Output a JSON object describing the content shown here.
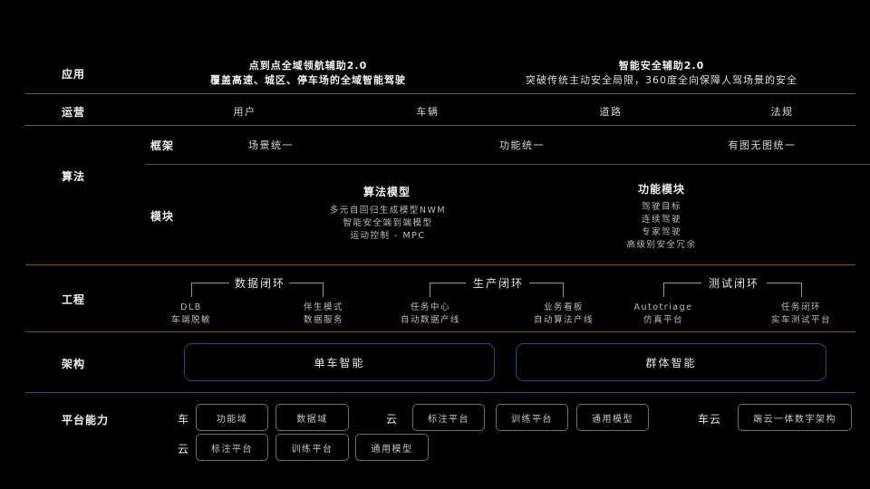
{
  "rows": {
    "application": "应用",
    "operation": "运营",
    "algorithm": "算法",
    "engineering": "工程",
    "architecture": "架构",
    "platform": "平台能力"
  },
  "application": {
    "left": {
      "title": "点到点全域领航辅助2.0",
      "subtitle": "覆盖高速、城区、停车场的全域智能驾驶"
    },
    "right": {
      "title": "智能安全辅助2.0",
      "subtitle": "突破传统主动安全局限，360度全向保障人驾场景的安全"
    }
  },
  "operation": {
    "items": [
      "用户",
      "车辆",
      "道路",
      "法规"
    ]
  },
  "algorithm": {
    "framework_label": "框架",
    "framework_items": [
      "场景统一",
      "功能统一",
      "有图无图统一"
    ],
    "module_label": "模块",
    "algo_model": {
      "title": "算法模型",
      "lines": [
        "多元自回归生成模型NWM",
        "智能安全端到端模型",
        "运动控制 - MPC"
      ]
    },
    "function_module": {
      "title": "功能模块",
      "lines": [
        "驾驶目标",
        "连续驾驶",
        "专家驾驶",
        "高级别安全冗余"
      ]
    }
  },
  "engineering": {
    "loops": [
      {
        "title": "数据闭环",
        "left": [
          "DLB",
          "车端脱敏"
        ],
        "right": [
          "伴生模式",
          "数据服务"
        ]
      },
      {
        "title": "生产闭环",
        "left": [
          "任务中心",
          "自动数据产线"
        ],
        "right": [
          "业务看板",
          "自动算法产线"
        ]
      },
      {
        "title": "测试闭环",
        "left": [
          "Autotriage",
          "仿真平台"
        ],
        "right": [
          "任务闭环",
          "实车测试平台"
        ]
      }
    ]
  },
  "architecture": {
    "items": [
      "单车智能",
      "群体智能"
    ]
  },
  "platform": {
    "row1": {
      "car_label": "车",
      "car_items": [
        "功能域",
        "数据域"
      ],
      "cloud_label": "云",
      "cloud_items": [
        "标注平台",
        "训练平台",
        "通用模型"
      ],
      "carcloud_label": "车云",
      "carcloud_items": [
        "端云一体数字架构"
      ]
    },
    "row2": {
      "cloud_label": "云",
      "cloud_items": [
        "标注平台",
        "训练平台",
        "通用模型"
      ]
    }
  },
  "colors": {
    "background": "#000000",
    "divider_brown": "#7a5a3e",
    "divider_orange": "#8a4a22",
    "divider_blue": "#1f4f80",
    "arch_border": "#1f4f80"
  }
}
